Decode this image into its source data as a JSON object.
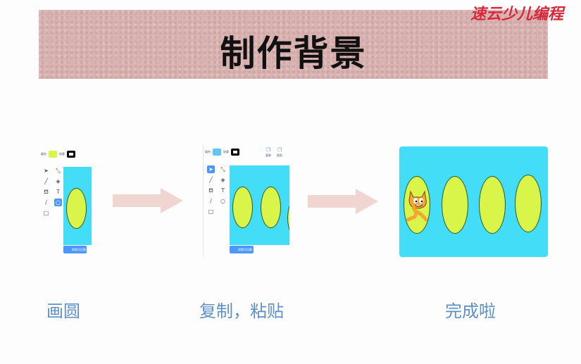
{
  "slide": {
    "title": "制作背景",
    "logo_text": "速云少儿编程"
  },
  "editor": {
    "fill_label": "填充",
    "outline_label": "轮廓",
    "copy_label": "复制",
    "paste_label": "粘贴",
    "bitmap_button": "转换为位图"
  },
  "tools": [
    "select-arrow",
    "reshape",
    "brush",
    "eraser",
    "fill",
    "text",
    "line",
    "circle",
    "rectangle"
  ],
  "steps": [
    {
      "label": "画圆"
    },
    {
      "label": "复制，粘贴"
    },
    {
      "label": "完成啦"
    }
  ],
  "colors": {
    "canvas": "#44ddf7",
    "ellipse": "#d9f54a",
    "arrow": "#f0d5d1",
    "label": "#5e90c6",
    "banner": "#d9b3b1",
    "accent": "#4c97ff"
  }
}
